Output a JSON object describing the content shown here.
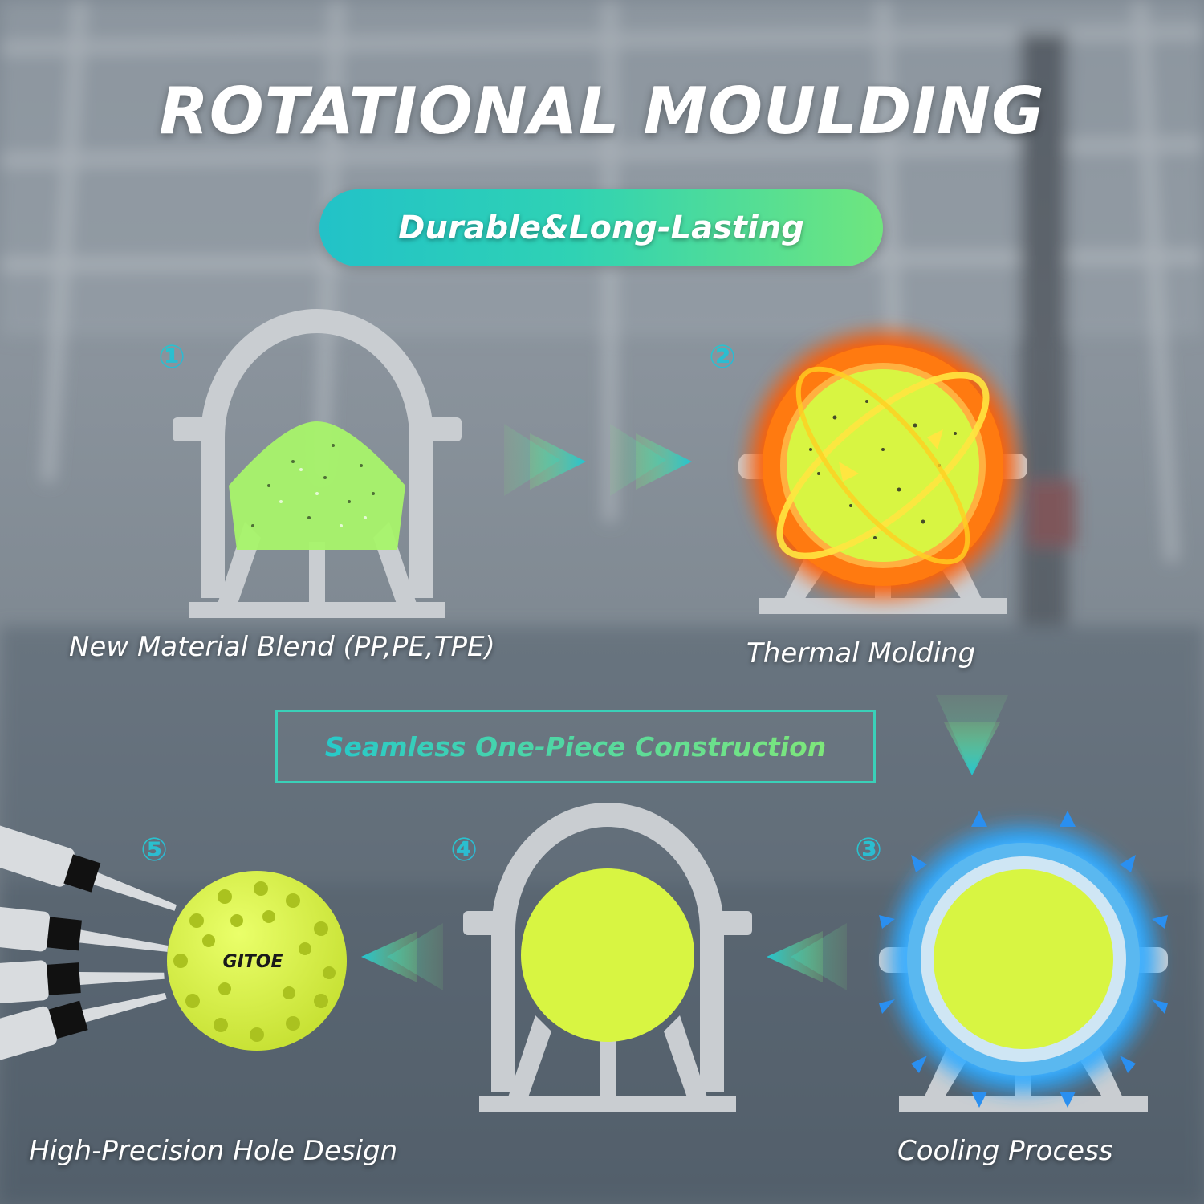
{
  "header": {
    "title": "ROTATIONAL MOULDING",
    "badge": "Durable&Long-Lasting"
  },
  "steps": [
    {
      "number": "①",
      "label": "New Material Blend (PP,PE,TPE)"
    },
    {
      "number": "②",
      "label": "Thermal Molding"
    },
    {
      "number": "③",
      "label": "Cooling Process"
    },
    {
      "number": "④",
      "label": ""
    },
    {
      "number": "⑤",
      "label": "High-Precision Hole Design"
    }
  ],
  "callout": "Seamless One-Piece Construction",
  "ball_brand": "GITOE",
  "colors": {
    "accent_teal": "#22c2c8",
    "accent_green": "#7fe77a",
    "ball_yellow": "#d8f542",
    "heat_orange": "#ff6a00",
    "cool_blue": "#2aa8ff",
    "mold_grey": "#c9cdd1"
  }
}
